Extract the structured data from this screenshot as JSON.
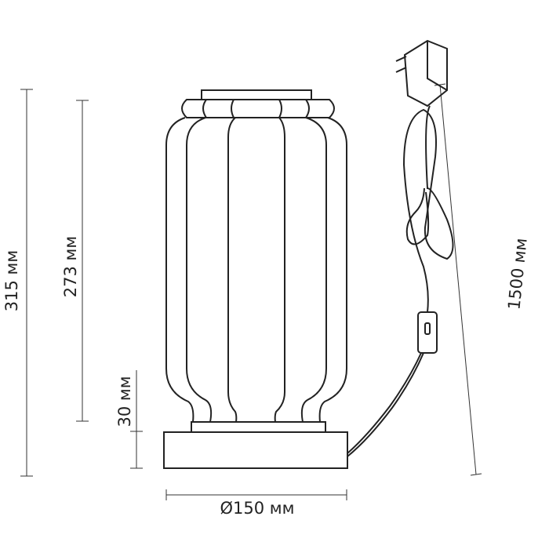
{
  "dimensions": {
    "total_height": "315 мм",
    "shade_height": "273 мм",
    "base_height": "30 мм",
    "diameter": "Ø150 мм",
    "cord_length": "1500 мм"
  },
  "colors": {
    "line": "#222222",
    "background": "#ffffff"
  }
}
